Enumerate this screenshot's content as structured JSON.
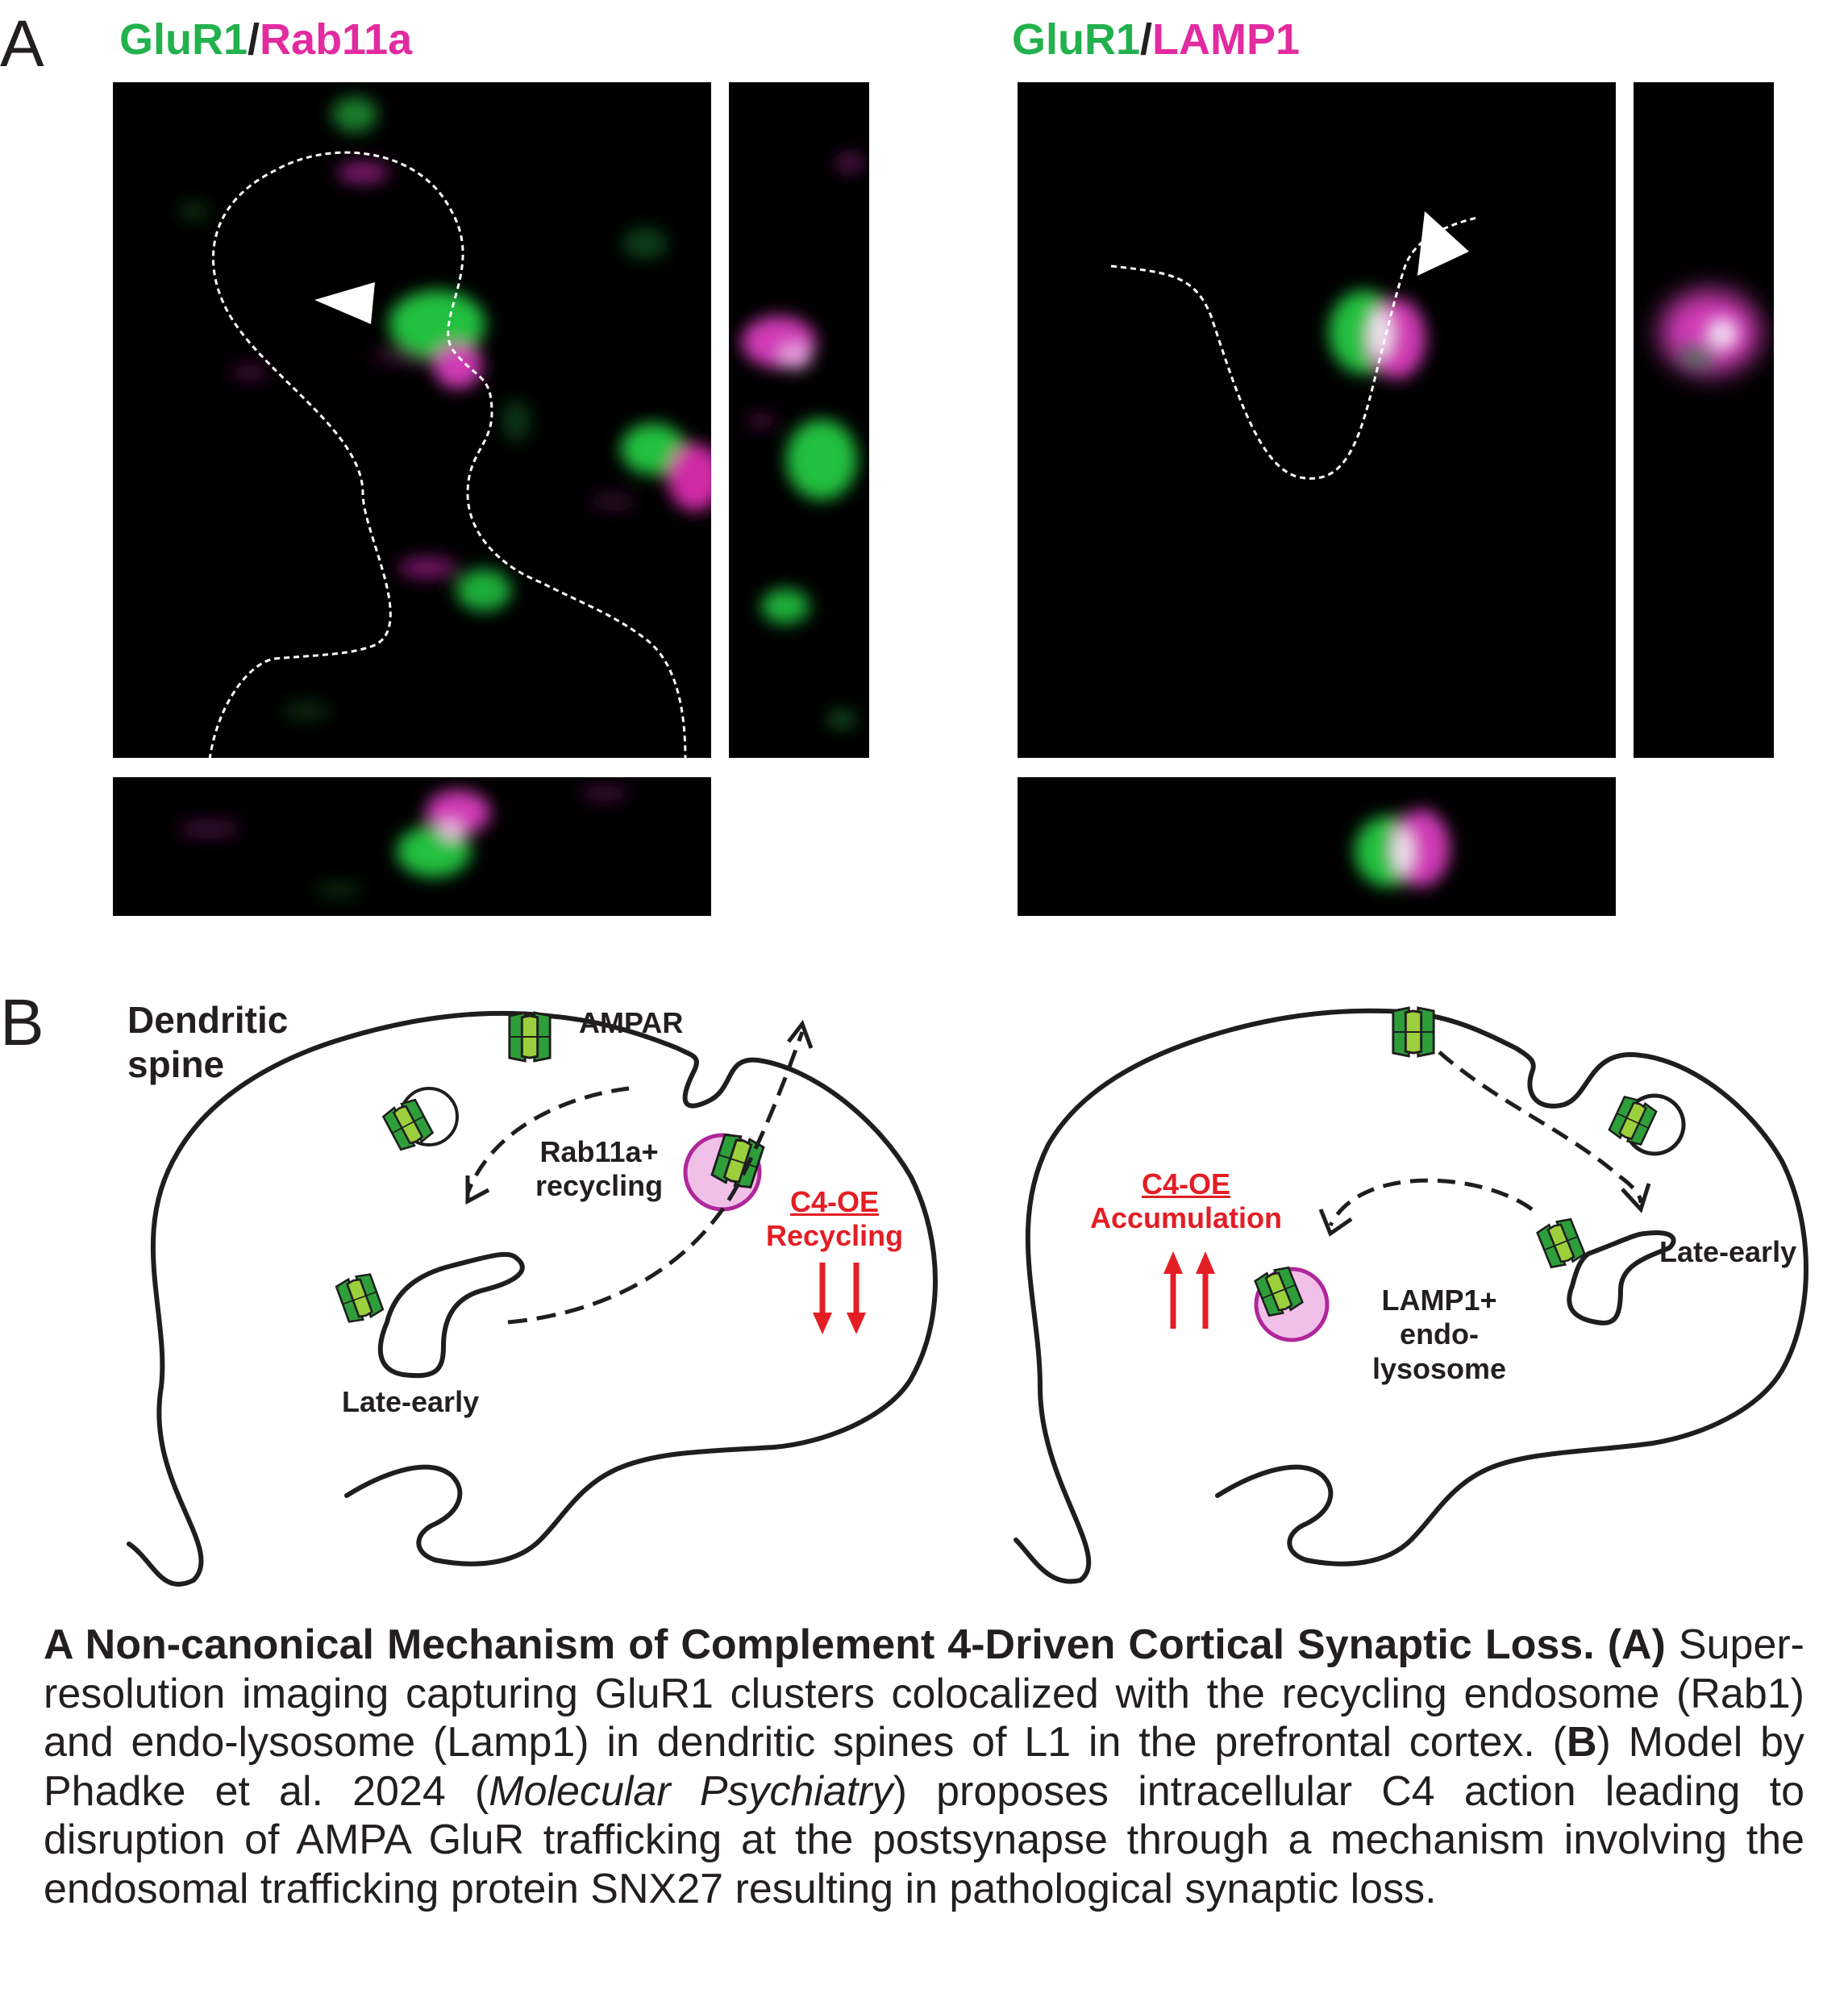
{
  "panel_a": {
    "letter": "A",
    "left_title": {
      "green": "GluR1",
      "slash": "/",
      "magenta": "Rab11a"
    },
    "right_title": {
      "green": "GluR1",
      "slash": "/",
      "magenta": "LAMP1"
    }
  },
  "panel_b": {
    "letter": "B",
    "left": {
      "spine_label_1": "Dendritic",
      "spine_label_2": "spine",
      "ampar": "AMPAR",
      "recycling_1": "Rab11a+",
      "recycling_2": "recycling",
      "c4oe": "C4-OE",
      "effect": "Recycling",
      "arrows": "↓↓",
      "late_early": "Late-early"
    },
    "right": {
      "c4oe": "C4-OE",
      "effect": "Accumulation",
      "arrows": "↑↑",
      "late_early": "Late-early",
      "lamp_1": "LAMP1+",
      "lamp_2": "endo-",
      "lamp_3": "lysosome"
    }
  },
  "caption": {
    "title": "A Non-canonical Mechanism of Complement 4-Driven Cortical Synaptic Loss. (A)",
    "body_1": " Super-resolution imaging capturing GluR1 clusters colocalized with the recycling endosome (Rab1) and endo-lysosome (Lamp1) in dendritic spines of L1 in the prefrontal cortex. (",
    "b_letter": "B",
    "body_2": ") Model by Phadke et al. 2024 (",
    "journal": "Molecular Psychiatry",
    "body_3": ") proposes intracellular C4 action leading to disruption of AMPA GluR trafficking at the postsynapse through a mechanism involving the endosomal trafficking protein SNX27 resulting in pathological synaptic loss."
  },
  "colors": {
    "glur1_green": "#22b14c",
    "rab11a_magenta": "#e22ba0",
    "alert_red": "#e31e24",
    "ink": "#231f20"
  }
}
